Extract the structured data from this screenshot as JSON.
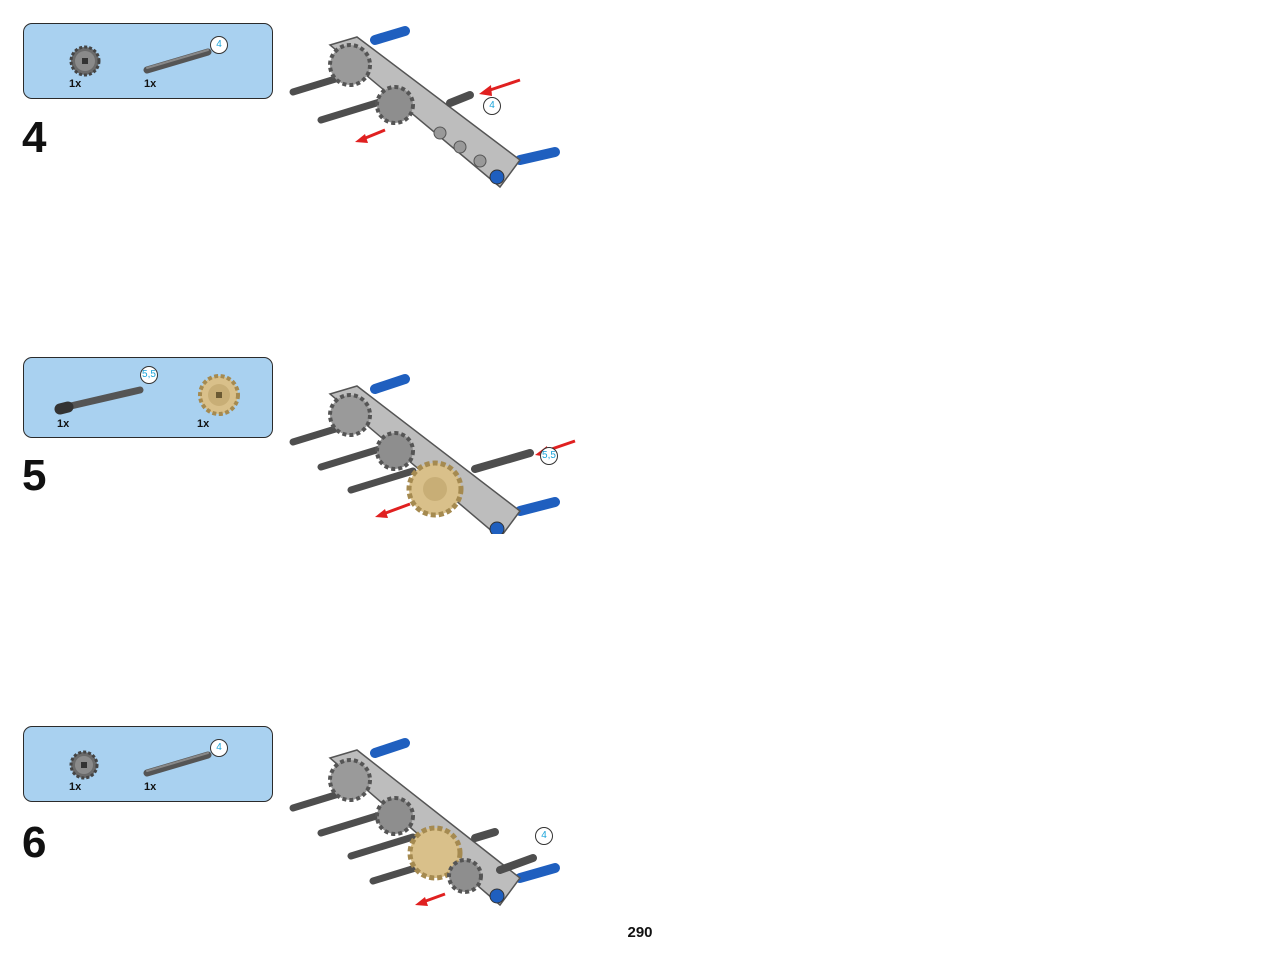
{
  "steps": [
    {
      "number": "4",
      "parts": [
        {
          "name": "gear-12-dark-grey",
          "qty": "1x"
        },
        {
          "name": "axle-4-dark-grey",
          "qty": "1x",
          "length": "4"
        }
      ],
      "callout_length": "4"
    },
    {
      "number": "5",
      "parts": [
        {
          "name": "axle-5-5-with-stop",
          "qty": "1x",
          "length": "5,5"
        },
        {
          "name": "gear-20-tan",
          "qty": "1x"
        }
      ],
      "callout_length": "5,5"
    },
    {
      "number": "6",
      "parts": [
        {
          "name": "gear-12-dark-grey",
          "qty": "1x"
        },
        {
          "name": "axle-4-dark-grey",
          "qty": "1x",
          "length": "4"
        }
      ],
      "callout_length": "4"
    }
  ],
  "page_number": "290",
  "colors": {
    "parts_box": "#a9d1f0",
    "beam": "#bdbdbd",
    "axle": "#5a5a5a",
    "pin_blue": "#1f5fbf",
    "gear_tan": "#d9c08a",
    "arrow": "#e02020",
    "badge_text": "#1aa3d9"
  }
}
